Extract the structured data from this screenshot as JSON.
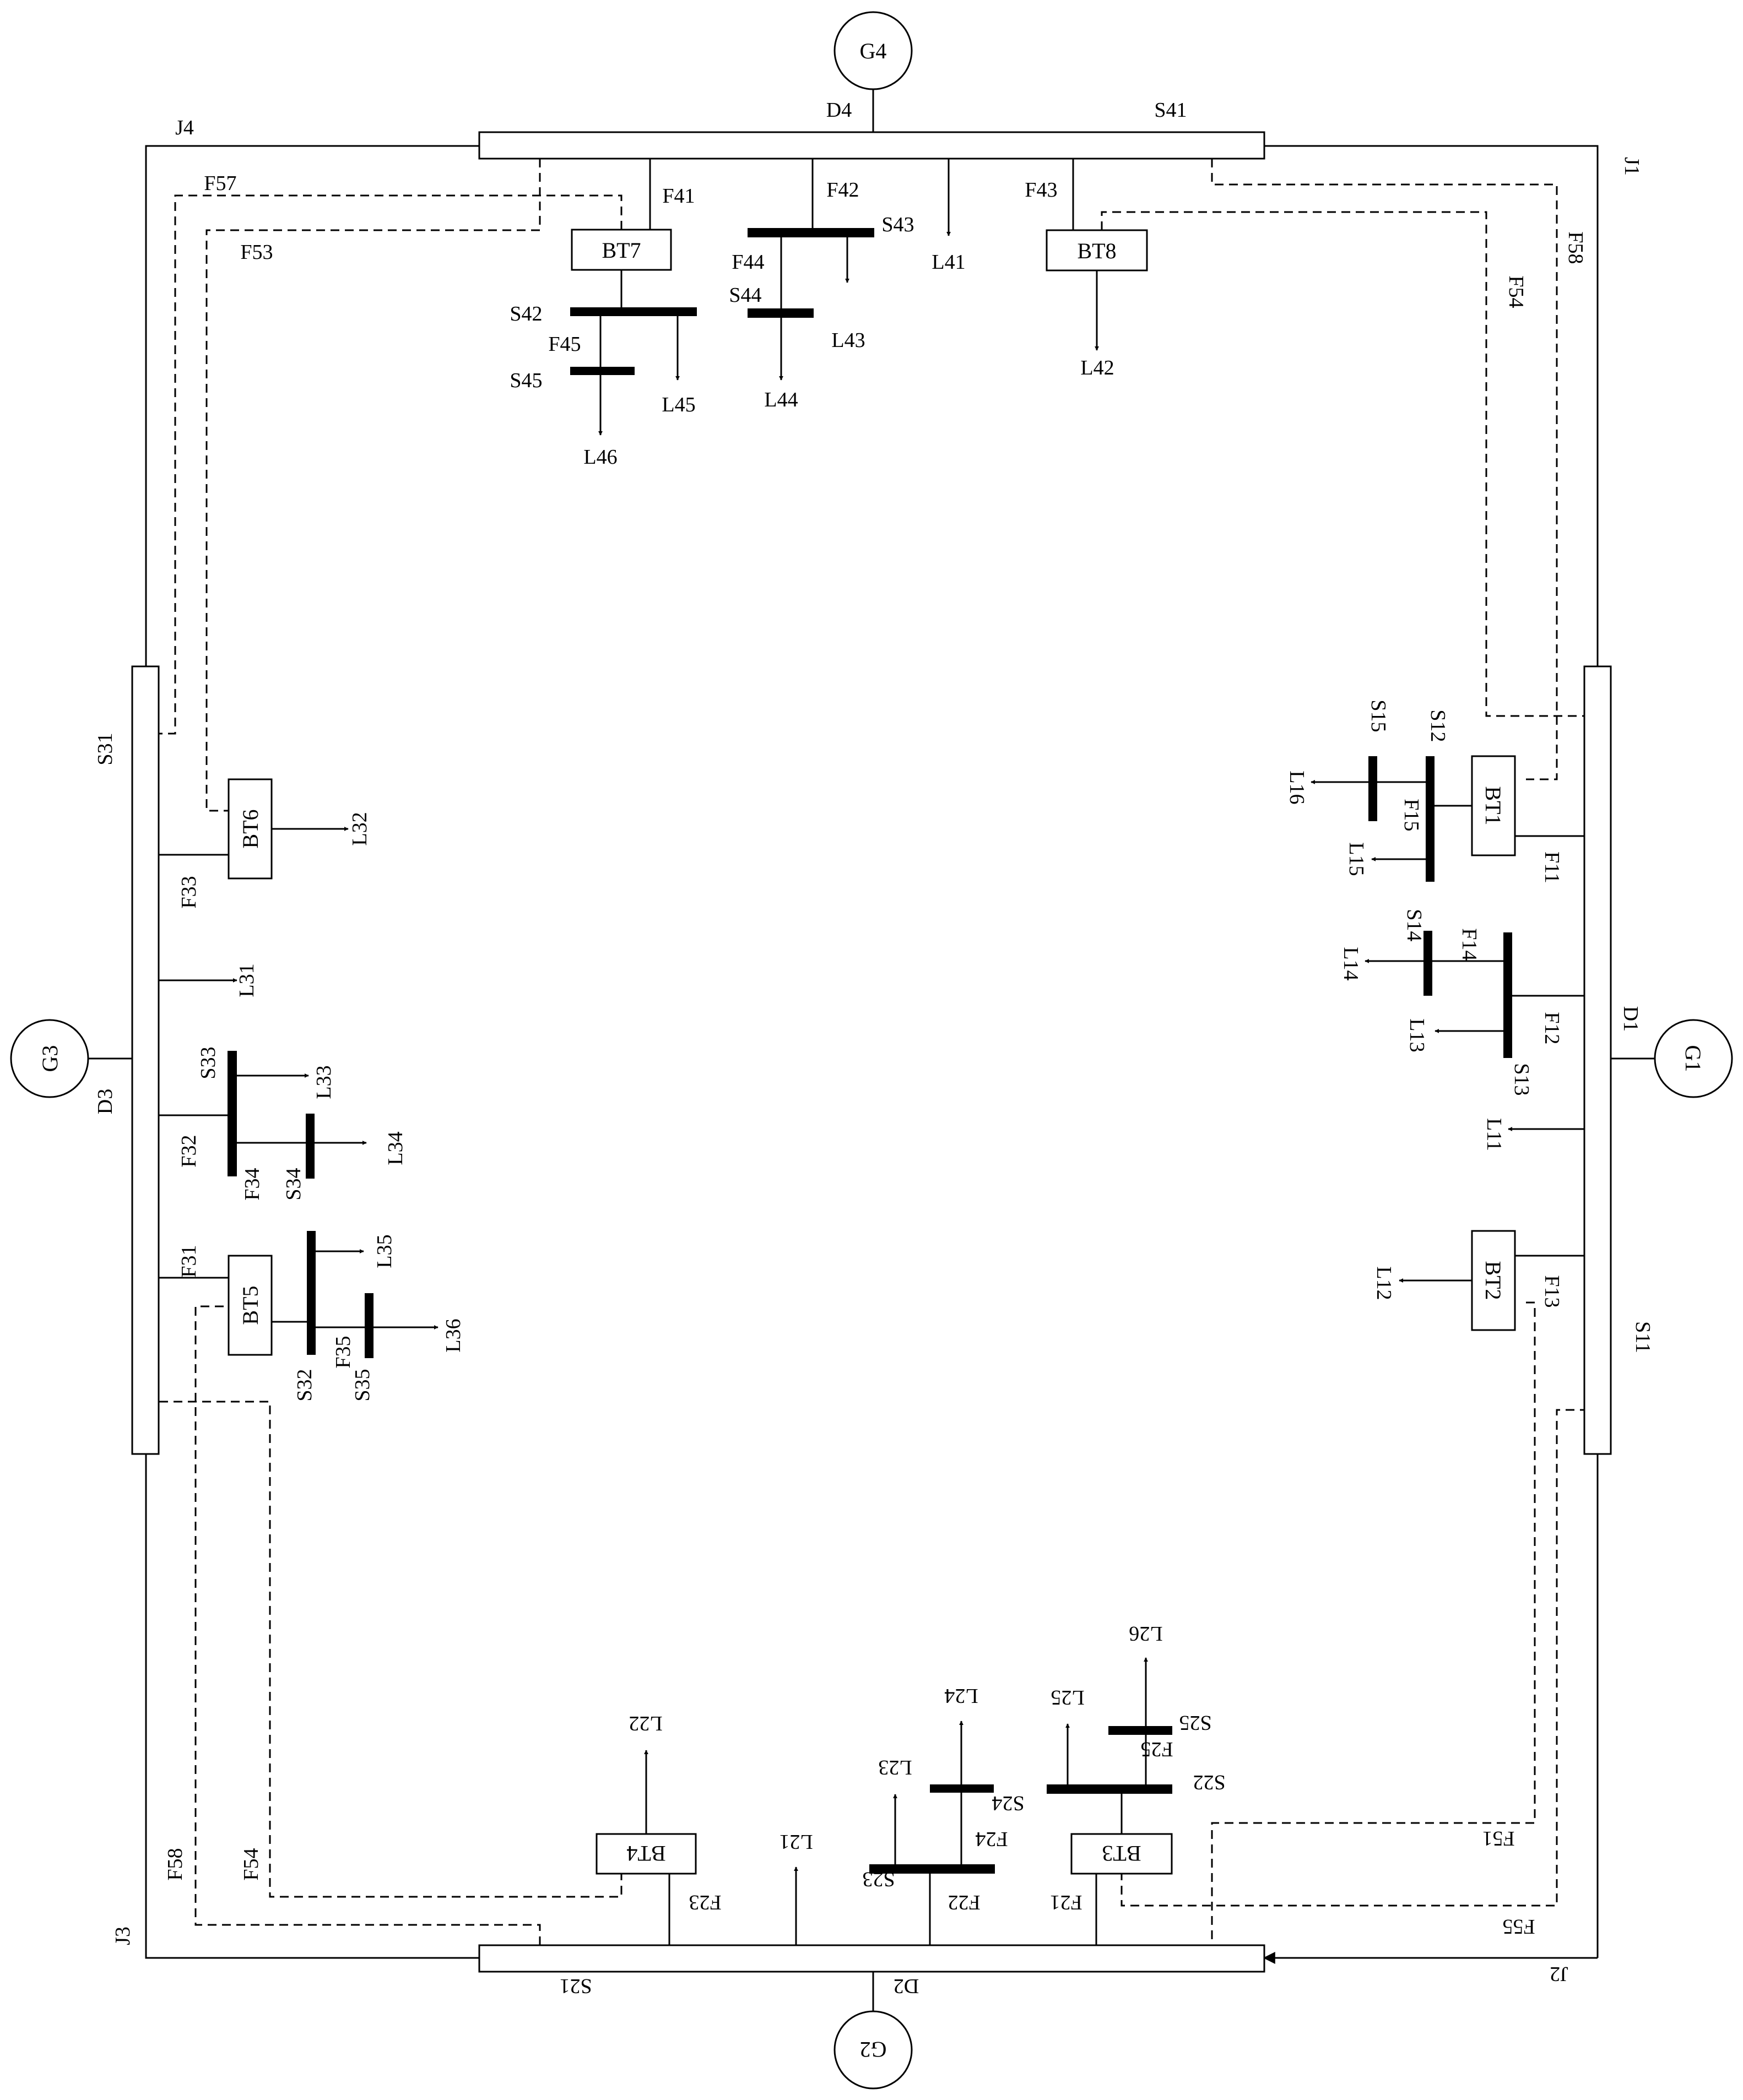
{
  "generators": {
    "g1": "G1",
    "g2": "G2",
    "g3": "G3",
    "g4": "G4"
  },
  "buses": {
    "d1": "D1",
    "d2": "D2",
    "d3": "D3",
    "d4": "D4",
    "s11": "S11",
    "s12": "S12",
    "s13": "S13",
    "s14": "S14",
    "s15": "S15",
    "s21": "S21",
    "s22": "S22",
    "s23": "S23",
    "s24": "S24",
    "s25": "S25",
    "s31": "S31",
    "s32": "S32",
    "s33": "S33",
    "s34": "S34",
    "s35": "S35",
    "s41": "S41",
    "s42": "S42",
    "s43": "S43",
    "s44": "S44",
    "s45": "S45"
  },
  "junctions": {
    "j1": "J1",
    "j2": "J2",
    "j3": "J3",
    "j4": "J4"
  },
  "transformers": {
    "bt1": "BT1",
    "bt2": "BT2",
    "bt3": "BT3",
    "bt4": "BT4",
    "bt5": "BT5",
    "bt6": "BT6",
    "bt7": "BT7",
    "bt8": "BT8"
  },
  "feeders": {
    "f11": "F11",
    "f12": "F12",
    "f13": "F13",
    "f14": "F14",
    "f15": "F15",
    "f21": "F21",
    "f22": "F22",
    "f23": "F23",
    "f24": "F24",
    "f25": "F25",
    "f31": "F31",
    "f32": "F32",
    "f33": "F33",
    "f34": "F34",
    "f35": "F35",
    "f41": "F41",
    "f42": "F42",
    "f43": "F43",
    "f44": "F44",
    "f45": "F45",
    "f51": "F51",
    "f53": "F53",
    "f54_top": "F54",
    "f54_bottom": "F54",
    "f55": "F55",
    "f57": "F57",
    "f58_top": "F58",
    "f58_bottom": "F58"
  },
  "loads": {
    "l11": "L11",
    "l12": "L12",
    "l13": "L13",
    "l14": "L14",
    "l15": "L15",
    "l16": "L16",
    "l21": "L21",
    "l22": "L22",
    "l23": "L23",
    "l24": "L24",
    "l25": "L25",
    "l26": "L26",
    "l31": "L31",
    "l32": "L32",
    "l33": "L33",
    "l34": "L34",
    "l35": "L35",
    "l36": "L36",
    "l41": "L41",
    "l42": "L42",
    "l43": "L43",
    "l44": "L44",
    "l45": "L45",
    "l46": "L46"
  }
}
